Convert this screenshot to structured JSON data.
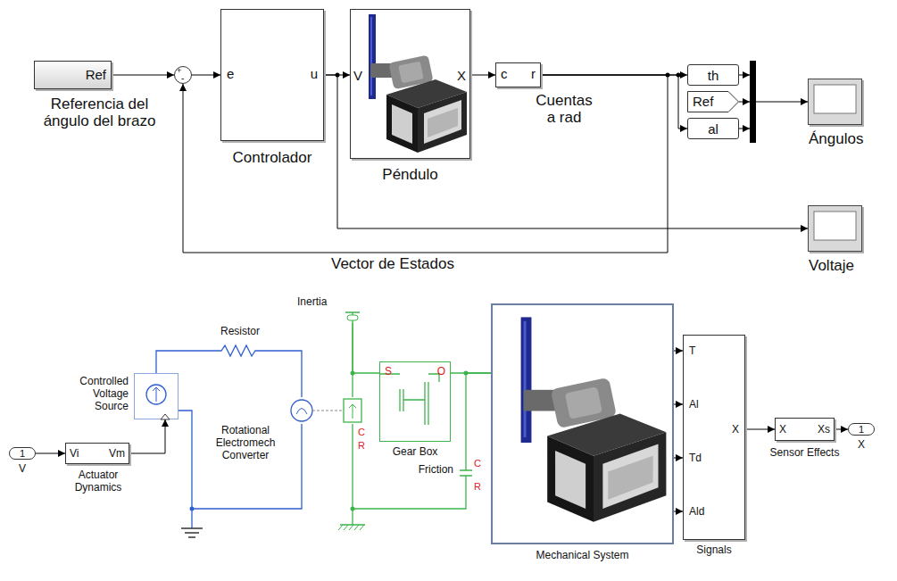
{
  "diagram": {
    "nodes": [
      {
        "text": [
          "Ref",
          "Referencia del ángulo del brazo"
        ]
      },
      {
        "text": [
          "+",
          "-"
        ]
      },
      {
        "text": [
          "e",
          "u",
          "Controlador"
        ]
      },
      {
        "text": [
          "V",
          "X",
          "Péndulo"
        ]
      },
      {
        "text": [
          "c",
          "r",
          "Cuentas a rad"
        ]
      },
      {
        "text": [
          "th"
        ]
      },
      {
        "text": [
          "Ref"
        ]
      },
      {
        "text": [
          "al"
        ]
      },
      {
        "text": [
          "Ángulos"
        ]
      },
      {
        "text": [
          "Voltaje"
        ]
      },
      {
        "text": [
          "1",
          "V"
        ]
      },
      {
        "text": [
          "Vi",
          "Vm",
          "Actuator Dynamics"
        ]
      },
      {
        "text": [
          "Controlled Voltage Source"
        ]
      },
      {
        "text": [
          "Resistor"
        ]
      },
      {
        "text": [
          "C",
          "R",
          "Rotational Electromech Converter"
        ]
      },
      {
        "text": [
          "Inertia"
        ]
      },
      {
        "text": [
          "S",
          "O",
          "Gear Box"
        ]
      },
      {
        "text": [
          "C",
          "R",
          "Friction"
        ]
      },
      {
        "text": [
          "Mechanical System"
        ]
      },
      {
        "text": [
          "T",
          "Al",
          "Td",
          "Ald",
          "X",
          "Signals"
        ]
      },
      {
        "text": [
          "X",
          "Xs",
          "Sensor Effects"
        ]
      },
      {
        "text": [
          "1",
          "X"
        ]
      }
    ],
    "edges": [
      {
        "from": 0,
        "to": 1,
        "arrow": "to"
      },
      {
        "from": 1,
        "to": 2,
        "arrow": "to"
      },
      {
        "from": 2,
        "to": 3,
        "arrow": "to"
      },
      {
        "from": 3,
        "to": 4,
        "arrow": "to"
      },
      {
        "from": 4,
        "to": 5,
        "arrow": "to"
      },
      {
        "from": 4,
        "to": 7,
        "arrow": "to"
      },
      {
        "from": 4,
        "to": 1,
        "arrow": "to",
        "label": "Vector de Estados"
      },
      {
        "from": 2,
        "to": 9,
        "arrow": "to"
      },
      {
        "from": 10,
        "to": 11,
        "arrow": "to"
      },
      {
        "from": 11,
        "to": 12,
        "arrow": "to"
      },
      {
        "from": 12,
        "to": 13,
        "arrow": "none"
      },
      {
        "from": 13,
        "to": 14,
        "arrow": "none"
      },
      {
        "from": 12,
        "to": 14,
        "arrow": "none"
      },
      {
        "from": 14,
        "to": 15,
        "arrow": "none"
      },
      {
        "from": 15,
        "to": 16,
        "arrow": "none"
      },
      {
        "from": 16,
        "to": 18,
        "arrow": "none"
      },
      {
        "from": 18,
        "to": 17,
        "arrow": "none"
      },
      {
        "from": 18,
        "to": 19,
        "arrow": "to"
      },
      {
        "from": 18,
        "to": 19,
        "arrow": "to"
      },
      {
        "from": 18,
        "to": 19,
        "arrow": "to"
      },
      {
        "from": 18,
        "to": 19,
        "arrow": "to"
      },
      {
        "from": 19,
        "to": 20,
        "arrow": "to"
      },
      {
        "from": 20,
        "to": 21,
        "arrow": "to"
      }
    ]
  }
}
